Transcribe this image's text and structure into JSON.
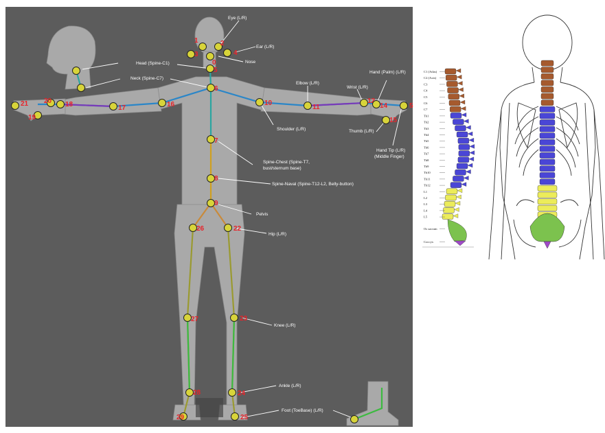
{
  "joints": [
    {
      "n": "0"
    },
    {
      "n": "1"
    },
    {
      "n": "2"
    },
    {
      "n": "3"
    },
    {
      "n": "4"
    },
    {
      "n": "5"
    },
    {
      "n": "6"
    },
    {
      "n": "7"
    },
    {
      "n": "8"
    },
    {
      "n": "9"
    },
    {
      "n": "10"
    },
    {
      "n": "11"
    },
    {
      "n": "12"
    },
    {
      "n": "14"
    },
    {
      "n": "15"
    },
    {
      "n": "16"
    },
    {
      "n": "17"
    },
    {
      "n": "18"
    },
    {
      "n": "19"
    },
    {
      "n": "20"
    },
    {
      "n": "21"
    },
    {
      "n": "22"
    },
    {
      "n": "23"
    },
    {
      "n": "24"
    },
    {
      "n": "25"
    },
    {
      "n": "26"
    },
    {
      "n": "27"
    },
    {
      "n": "28"
    },
    {
      "n": "29"
    },
    {
      "n": "5"
    }
  ],
  "labels": {
    "eye": "Eye (L/R)",
    "ear": "Ear (L/R)",
    "nose": "Nose",
    "head": "Head (Spine-C1)",
    "neck": "Neck (Spine-C7)",
    "elbow": "Elbow (L/R)",
    "hand_palm": "Hand (Palm) (L/R)",
    "wrist": "Wrist (L/R)",
    "shoulder": "Shoulder (L/R)",
    "thumb": "Thumb (L/R)",
    "hand_tip_1": "Hand Tip (L/R)",
    "hand_tip_2": "(Middle Finger)",
    "spine_chest_1": "Spine-Chest (Spine-T7,",
    "spine_chest_2": "bust/sternum base)",
    "spine_naval": "Spine-Naval (Spine-T12-L2, Belly-button)",
    "pelvis": "Pelvis",
    "hip": "Hip (L/R)",
    "knee": "Knee (L/R)",
    "ankle": "Ankle (L/R)",
    "foot": "Foot (ToeBase) (L/R)"
  },
  "vertebrae": [
    "C1 (Atlas)",
    "C2 (Axis)",
    "C3",
    "C4",
    "C5",
    "C6",
    "C7",
    "Th1",
    "Th2",
    "Th3",
    "Th4",
    "Th5",
    "Th6",
    "Th7",
    "Th8",
    "Th9",
    "Th10",
    "Th11",
    "Th12",
    "L1",
    "L2",
    "L3",
    "L4",
    "L5",
    "Os sacrum",
    "Coccyx"
  ],
  "colors": {
    "background": "#5c5c5c",
    "figure": "#a9a9a9",
    "joint": "#d8d43a",
    "cervical": "#a65a2e",
    "thoracic": "#4a46d6",
    "lumbar": "#ecec5a",
    "sacrum": "#7cc24e",
    "coccyx": "#a04ac8"
  }
}
